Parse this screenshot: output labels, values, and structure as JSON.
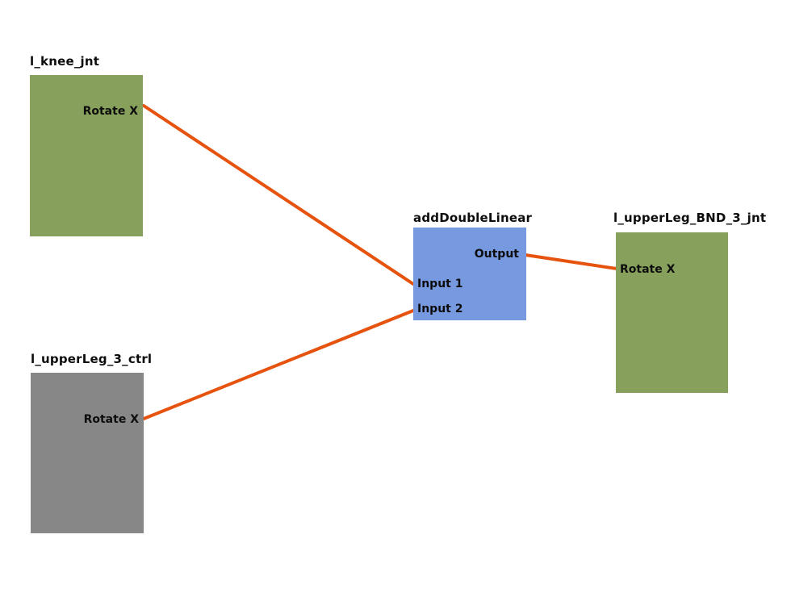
{
  "canvas": {
    "background": "#ffffff"
  },
  "connection_color": "#e6530e",
  "nodes": [
    {
      "title": "l_knee_jnt",
      "color": "#87a05c",
      "ports": [
        {
          "label": "Rotate X",
          "side": "right"
        }
      ]
    },
    {
      "title": "l_upperLeg_3_ctrl",
      "color": "#878787",
      "ports": [
        {
          "label": "Rotate X",
          "side": "right"
        }
      ]
    },
    {
      "title": "addDoubleLinear",
      "color": "#7799e0",
      "ports": [
        {
          "label": "Output",
          "side": "right"
        },
        {
          "label": "Input 1",
          "side": "left"
        },
        {
          "label": "Input 2",
          "side": "left"
        }
      ]
    },
    {
      "title": "l_upperLeg_BND_3_jnt",
      "color": "#87a05c",
      "ports": [
        {
          "label": "Rotate X",
          "side": "left"
        }
      ]
    }
  ],
  "connections": [
    {
      "from": "l_knee_jnt.Rotate X",
      "to": "addDoubleLinear.Input 1"
    },
    {
      "from": "l_upperLeg_3_ctrl.Rotate X",
      "to": "addDoubleLinear.Input 2"
    },
    {
      "from": "addDoubleLinear.Output",
      "to": "l_upperLeg_BND_3_jnt.Rotate X"
    }
  ]
}
